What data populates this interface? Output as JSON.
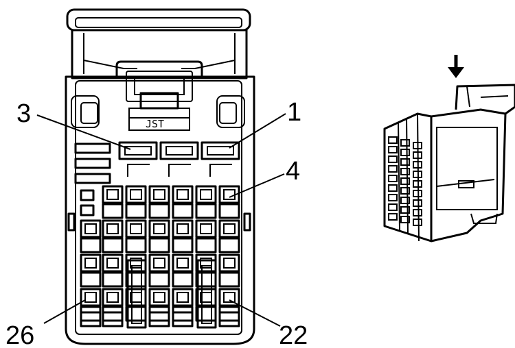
{
  "diagram": {
    "pin_labels": {
      "pin_1": "1",
      "pin_3": "3",
      "pin_4": "4",
      "pin_22": "22",
      "pin_26": "26"
    },
    "brand_text": "JST",
    "insertion_direction_icon": "down-arrow-icon"
  }
}
